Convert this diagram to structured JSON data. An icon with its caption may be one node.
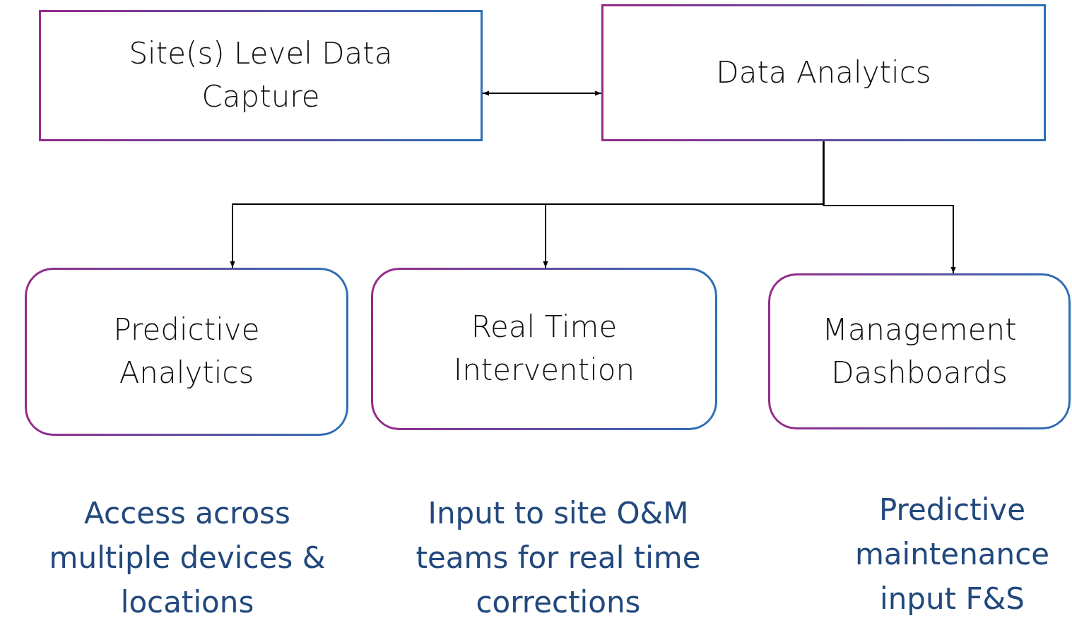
{
  "diagram": {
    "nodes": [
      {
        "text": [
          "Site(s) Level Data Capture"
        ]
      },
      {
        "text": [
          "Data Analytics"
        ]
      },
      {
        "text": [
          "Predictive Analytics"
        ],
        "beside": [
          "Access across multiple devices & locations"
        ]
      },
      {
        "text": [
          "Real Time Intervention"
        ],
        "beside": [
          "Input to site O&M teams for real time corrections"
        ]
      },
      {
        "text": [
          "Management Dashboards"
        ],
        "beside": [
          "Predictive maintenance input F&S"
        ]
      }
    ],
    "edges": [
      {
        "from": 0,
        "to": 1,
        "arrow": "both"
      },
      {
        "from": 1,
        "to": 2,
        "arrow": "to"
      },
      {
        "from": 1,
        "to": 3,
        "arrow": "to"
      },
      {
        "from": 1,
        "to": 4,
        "arrow": "to"
      }
    ]
  }
}
